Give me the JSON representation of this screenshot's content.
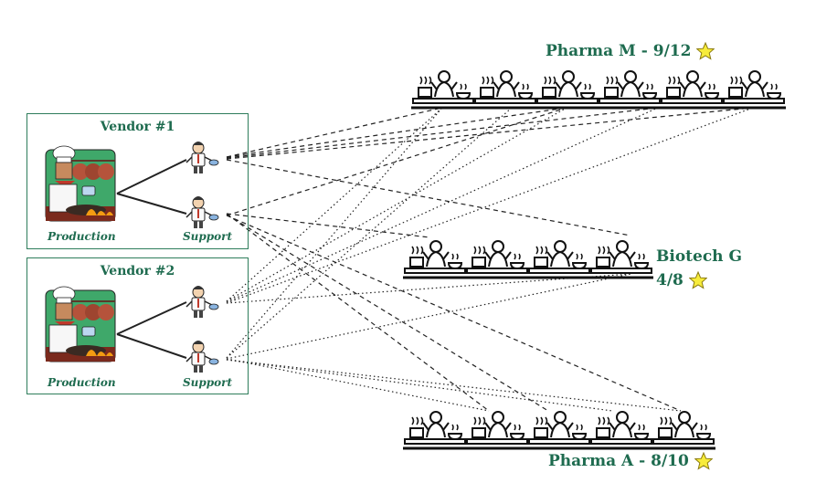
{
  "vendors": [
    {
      "title": "Vendor #1",
      "production_label": "Production",
      "support_label": "Support"
    },
    {
      "title": "Vendor #2",
      "production_label": "Production",
      "support_label": "Support"
    }
  ],
  "clients": {
    "pharma_m": {
      "name": "Pharma M - 9/12",
      "seats": 6,
      "rating_icon": "star-icon"
    },
    "biotech_g": {
      "name_line1": "Biotech G",
      "name_line2": "4/8",
      "seats": 4,
      "rating_icon": "star-icon"
    },
    "pharma_a": {
      "name": "Pharma A - 8/10",
      "seats": 5,
      "rating_icon": "star-icon"
    }
  },
  "colors": {
    "brand_green": "#1e6b4f",
    "box_border": "#2e7d5b",
    "star_fill": "#f7ec3b",
    "ink": "#111111"
  }
}
